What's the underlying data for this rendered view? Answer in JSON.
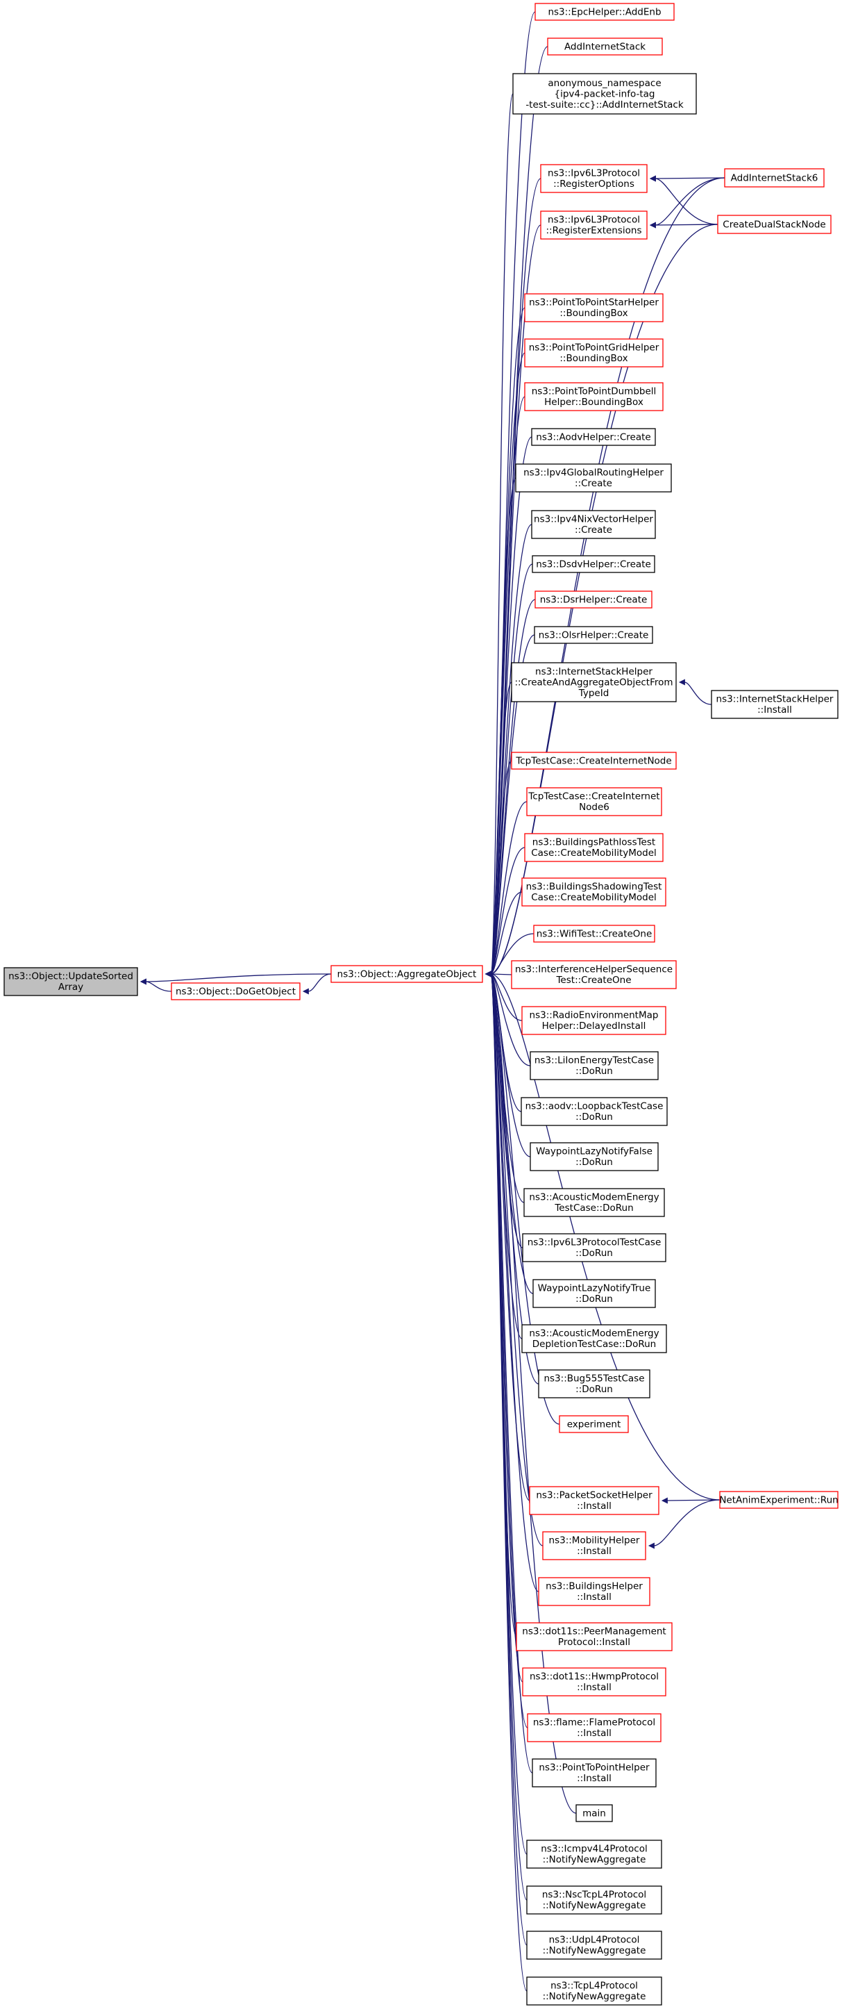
{
  "colors": {
    "edge": "#191970",
    "border_linked": "#ff0000",
    "border_plain": "#000000",
    "root_fill": "#bfbfbf",
    "node_fill": "#ffffff"
  },
  "nodes": {
    "update_sorted": {
      "lines": [
        "ns3::Object::UpdateSorted",
        "Array"
      ],
      "style": "root"
    },
    "do_get_object": {
      "lines": [
        "ns3::Object::DoGetObject"
      ],
      "style": "linked"
    },
    "aggregate_object": {
      "lines": [
        "ns3::Object::AggregateObject"
      ],
      "style": "linked"
    },
    "epc_add_enb": {
      "lines": [
        "ns3::EpcHelper::AddEnb"
      ],
      "style": "linked"
    },
    "add_internet_stack": {
      "lines": [
        "AddInternetStack"
      ],
      "style": "linked"
    },
    "anon_add_internet_stack": {
      "lines": [
        "anonymous_namespace",
        "{ipv4-packet-info-tag",
        "-test-suite::cc}::AddInternetStack"
      ],
      "style": "plain"
    },
    "register_options": {
      "lines": [
        "ns3::Ipv6L3Protocol",
        "::RegisterOptions"
      ],
      "style": "linked"
    },
    "register_extensions": {
      "lines": [
        "ns3::Ipv6L3Protocol",
        "::RegisterExtensions"
      ],
      "style": "linked"
    },
    "add_internet_stack6": {
      "lines": [
        "AddInternetStack6"
      ],
      "style": "linked"
    },
    "create_dual_stack_node": {
      "lines": [
        "CreateDualStackNode"
      ],
      "style": "linked"
    },
    "p2p_star_bbox": {
      "lines": [
        "ns3::PointToPointStarHelper",
        "::BoundingBox"
      ],
      "style": "linked"
    },
    "p2p_grid_bbox": {
      "lines": [
        "ns3::PointToPointGridHelper",
        "::BoundingBox"
      ],
      "style": "linked"
    },
    "p2p_dumbbell_bbox": {
      "lines": [
        "ns3::PointToPointDumbbell",
        "Helper::BoundingBox"
      ],
      "style": "linked"
    },
    "aodv_create": {
      "lines": [
        "ns3::AodvHelper::Create"
      ],
      "style": "plain"
    },
    "ipv4_global_create": {
      "lines": [
        "ns3::Ipv4GlobalRoutingHelper",
        "::Create"
      ],
      "style": "plain"
    },
    "ipv4_nix_create": {
      "lines": [
        "ns3::Ipv4NixVectorHelper",
        "::Create"
      ],
      "style": "plain"
    },
    "dsdv_create": {
      "lines": [
        "ns3::DsdvHelper::Create"
      ],
      "style": "plain"
    },
    "dsr_create": {
      "lines": [
        "ns3::DsrHelper::Create"
      ],
      "style": "linked"
    },
    "olsr_create": {
      "lines": [
        "ns3::OlsrHelper::Create"
      ],
      "style": "plain"
    },
    "create_aggregate_from_typeid": {
      "lines": [
        "ns3::InternetStackHelper",
        "::CreateAndAggregateObjectFrom",
        "TypeId"
      ],
      "style": "plain"
    },
    "internet_stack_install": {
      "lines": [
        "ns3::InternetStackHelper",
        "::Install"
      ],
      "style": "plain"
    },
    "tcp_create_internet_node": {
      "lines": [
        "TcpTestCase::CreateInternetNode"
      ],
      "style": "linked"
    },
    "tcp_create_internet_node6": {
      "lines": [
        "TcpTestCase::CreateInternet",
        "Node6"
      ],
      "style": "linked"
    },
    "buildings_pathloss_mobility": {
      "lines": [
        "ns3::BuildingsPathlossTest",
        "Case::CreateMobilityModel"
      ],
      "style": "linked"
    },
    "buildings_shadowing_mobility": {
      "lines": [
        "ns3::BuildingsShadowingTest",
        "Case::CreateMobilityModel"
      ],
      "style": "linked"
    },
    "wifi_create_one": {
      "lines": [
        "ns3::WifiTest::CreateOne"
      ],
      "style": "linked"
    },
    "interference_create_one": {
      "lines": [
        "ns3::InterferenceHelperSequence",
        "Test::CreateOne"
      ],
      "style": "linked"
    },
    "radio_env_delayed_install": {
      "lines": [
        "ns3::RadioEnvironmentMap",
        "Helper::DelayedInstall"
      ],
      "style": "linked"
    },
    "liion_do_run": {
      "lines": [
        "ns3::LiIonEnergyTestCase",
        "::DoRun"
      ],
      "style": "plain"
    },
    "aodv_loopback_do_run": {
      "lines": [
        "ns3::aodv::LoopbackTestCase",
        "::DoRun"
      ],
      "style": "plain"
    },
    "waypoint_false_do_run": {
      "lines": [
        "WaypointLazyNotifyFalse",
        "::DoRun"
      ],
      "style": "plain"
    },
    "acoustic_energy_do_run": {
      "lines": [
        "ns3::AcousticModemEnergy",
        "TestCase::DoRun"
      ],
      "style": "plain"
    },
    "ipv6l3_test_do_run": {
      "lines": [
        "ns3::Ipv6L3ProtocolTestCase",
        "::DoRun"
      ],
      "style": "plain"
    },
    "waypoint_true_do_run": {
      "lines": [
        "WaypointLazyNotifyTrue",
        "::DoRun"
      ],
      "style": "plain"
    },
    "acoustic_depletion_do_run": {
      "lines": [
        "ns3::AcousticModemEnergy",
        "DepletionTestCase::DoRun"
      ],
      "style": "plain"
    },
    "bug555_do_run": {
      "lines": [
        "ns3::Bug555TestCase",
        "::DoRun"
      ],
      "style": "plain"
    },
    "experiment": {
      "lines": [
        "experiment"
      ],
      "style": "linked"
    },
    "packet_socket_install": {
      "lines": [
        "ns3::PacketSocketHelper",
        "::Install"
      ],
      "style": "linked"
    },
    "netanim_run": {
      "lines": [
        "NetAnimExperiment::Run"
      ],
      "style": "linked"
    },
    "mobility_install": {
      "lines": [
        "ns3::MobilityHelper",
        "::Install"
      ],
      "style": "linked"
    },
    "buildings_install": {
      "lines": [
        "ns3::BuildingsHelper",
        "::Install"
      ],
      "style": "linked"
    },
    "peer_mgmt_install": {
      "lines": [
        "ns3::dot11s::PeerManagement",
        "Protocol::Install"
      ],
      "style": "linked"
    },
    "hwmp_install": {
      "lines": [
        "ns3::dot11s::HwmpProtocol",
        "::Install"
      ],
      "style": "linked"
    },
    "flame_install": {
      "lines": [
        "ns3::flame::FlameProtocol",
        "::Install"
      ],
      "style": "linked"
    },
    "p2p_install": {
      "lines": [
        "ns3::PointToPointHelper",
        "::Install"
      ],
      "style": "plain"
    },
    "main": {
      "lines": [
        "main"
      ],
      "style": "plain"
    },
    "icmpv4_notify": {
      "lines": [
        "ns3::Icmpv4L4Protocol",
        "::NotifyNewAggregate"
      ],
      "style": "plain"
    },
    "nsc_tcp_notify": {
      "lines": [
        "ns3::NscTcpL4Protocol",
        "::NotifyNewAggregate"
      ],
      "style": "plain"
    },
    "udp_notify": {
      "lines": [
        "ns3::UdpL4Protocol",
        "::NotifyNewAggregate"
      ],
      "style": "plain"
    },
    "tcp_notify": {
      "lines": [
        "ns3::TcpL4Protocol",
        "::NotifyNewAggregate"
      ],
      "style": "plain"
    }
  },
  "edges": [
    [
      "update_sorted",
      "do_get_object"
    ],
    [
      "update_sorted",
      "aggregate_object"
    ],
    [
      "do_get_object",
      "aggregate_object"
    ],
    [
      "aggregate_object",
      "epc_add_enb"
    ],
    [
      "aggregate_object",
      "add_internet_stack"
    ],
    [
      "aggregate_object",
      "anon_add_internet_stack"
    ],
    [
      "aggregate_object",
      "add_internet_stack6"
    ],
    [
      "aggregate_object",
      "register_options"
    ],
    [
      "aggregate_object",
      "register_extensions"
    ],
    [
      "aggregate_object",
      "create_dual_stack_node"
    ],
    [
      "register_options",
      "add_internet_stack6"
    ],
    [
      "register_options",
      "create_dual_stack_node"
    ],
    [
      "register_extensions",
      "add_internet_stack6"
    ],
    [
      "register_extensions",
      "create_dual_stack_node"
    ],
    [
      "aggregate_object",
      "p2p_star_bbox"
    ],
    [
      "aggregate_object",
      "p2p_grid_bbox"
    ],
    [
      "aggregate_object",
      "p2p_dumbbell_bbox"
    ],
    [
      "aggregate_object",
      "aodv_create"
    ],
    [
      "aggregate_object",
      "ipv4_global_create"
    ],
    [
      "aggregate_object",
      "ipv4_nix_create"
    ],
    [
      "aggregate_object",
      "dsdv_create"
    ],
    [
      "aggregate_object",
      "dsr_create"
    ],
    [
      "aggregate_object",
      "olsr_create"
    ],
    [
      "aggregate_object",
      "create_aggregate_from_typeid"
    ],
    [
      "create_aggregate_from_typeid",
      "internet_stack_install"
    ],
    [
      "aggregate_object",
      "tcp_create_internet_node"
    ],
    [
      "aggregate_object",
      "tcp_create_internet_node6"
    ],
    [
      "aggregate_object",
      "buildings_pathloss_mobility"
    ],
    [
      "aggregate_object",
      "buildings_shadowing_mobility"
    ],
    [
      "aggregate_object",
      "wifi_create_one"
    ],
    [
      "aggregate_object",
      "interference_create_one"
    ],
    [
      "aggregate_object",
      "radio_env_delayed_install"
    ],
    [
      "aggregate_object",
      "liion_do_run"
    ],
    [
      "aggregate_object",
      "aodv_loopback_do_run"
    ],
    [
      "aggregate_object",
      "waypoint_false_do_run"
    ],
    [
      "aggregate_object",
      "acoustic_energy_do_run"
    ],
    [
      "aggregate_object",
      "ipv6l3_test_do_run"
    ],
    [
      "aggregate_object",
      "waypoint_true_do_run"
    ],
    [
      "aggregate_object",
      "acoustic_depletion_do_run"
    ],
    [
      "aggregate_object",
      "bug555_do_run"
    ],
    [
      "aggregate_object",
      "experiment"
    ],
    [
      "aggregate_object",
      "netanim_run"
    ],
    [
      "aggregate_object",
      "packet_socket_install"
    ],
    [
      "aggregate_object",
      "mobility_install"
    ],
    [
      "packet_socket_install",
      "netanim_run"
    ],
    [
      "mobility_install",
      "netanim_run"
    ],
    [
      "aggregate_object",
      "buildings_install"
    ],
    [
      "aggregate_object",
      "peer_mgmt_install"
    ],
    [
      "aggregate_object",
      "hwmp_install"
    ],
    [
      "aggregate_object",
      "flame_install"
    ],
    [
      "aggregate_object",
      "p2p_install"
    ],
    [
      "aggregate_object",
      "main"
    ],
    [
      "aggregate_object",
      "icmpv4_notify"
    ],
    [
      "aggregate_object",
      "nsc_tcp_notify"
    ],
    [
      "aggregate_object",
      "udp_notify"
    ],
    [
      "aggregate_object",
      "tcp_notify"
    ]
  ]
}
